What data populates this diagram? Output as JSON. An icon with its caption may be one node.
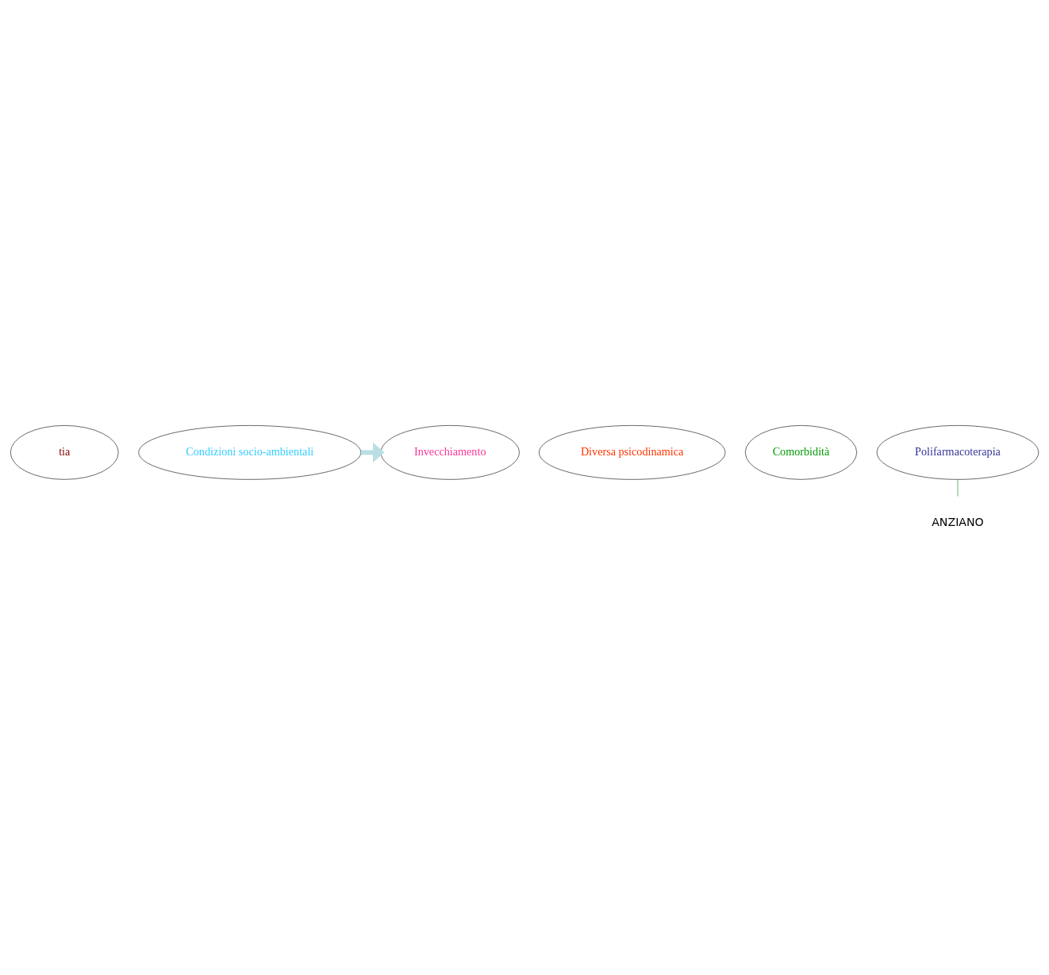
{
  "diagram": {
    "nodes": [
      {
        "text": [
          "tia"
        ]
      },
      {
        "text": [
          "Condizioni socio-ambientali"
        ]
      },
      {
        "text": [
          "Invecchiamento"
        ]
      },
      {
        "text": [
          "Diversa psicodinamica"
        ]
      },
      {
        "text": [
          "Comorbidità"
        ]
      },
      {
        "text": [
          "Polifarmacoterapia"
        ]
      },
      {
        "text": [
          "ANZIANO"
        ]
      }
    ],
    "edges": [
      {
        "from": 1,
        "to": 2,
        "arrow": "to",
        "style": "thick",
        "color": "#b9dfe3"
      },
      {
        "from": 5,
        "to": 6,
        "arrow": "none",
        "color": "#008000"
      }
    ]
  }
}
